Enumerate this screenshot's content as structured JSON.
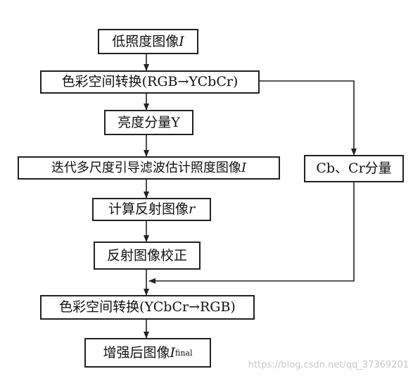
{
  "diagram": {
    "nodes": [
      {
        "id": "low-light",
        "text": "低照度图像",
        "italic": "I",
        "sub": ""
      },
      {
        "id": "rgb-to-ycbcr",
        "text": "色彩空间转换(RGB→YCbCr)",
        "italic": "",
        "sub": ""
      },
      {
        "id": "luma",
        "text": "亮度分量Y",
        "italic": "",
        "sub": ""
      },
      {
        "id": "guided-filter",
        "text": "迭代多尺度引导滤波估计照度图像",
        "italic": "I",
        "sub": ""
      },
      {
        "id": "chroma",
        "text": "Cb、Cr分量",
        "italic": "",
        "sub": ""
      },
      {
        "id": "reflectance",
        "text": "计算反射图像",
        "italic": "r",
        "sub": ""
      },
      {
        "id": "correction",
        "text": "反射图像校正",
        "italic": "",
        "sub": ""
      },
      {
        "id": "ycbcr-to-rgb",
        "text": "色彩空间转换(YCbCr→RGB)",
        "italic": "",
        "sub": ""
      },
      {
        "id": "enhanced",
        "text": "增强后图像",
        "italic": "I",
        "sub": "final"
      }
    ],
    "edges": [
      {
        "from": "low-light",
        "to": "rgb-to-ycbcr"
      },
      {
        "from": "rgb-to-ycbcr",
        "to": "luma"
      },
      {
        "from": "rgb-to-ycbcr",
        "to": "chroma"
      },
      {
        "from": "luma",
        "to": "guided-filter"
      },
      {
        "from": "guided-filter",
        "to": "reflectance"
      },
      {
        "from": "reflectance",
        "to": "correction"
      },
      {
        "from": "correction",
        "to": "ycbcr-to-rgb"
      },
      {
        "from": "chroma",
        "to": "ycbcr-to-rgb"
      },
      {
        "from": "ycbcr-to-rgb",
        "to": "enhanced"
      }
    ]
  },
  "watermark": "https://blog.csdn.net/qq_37369201"
}
